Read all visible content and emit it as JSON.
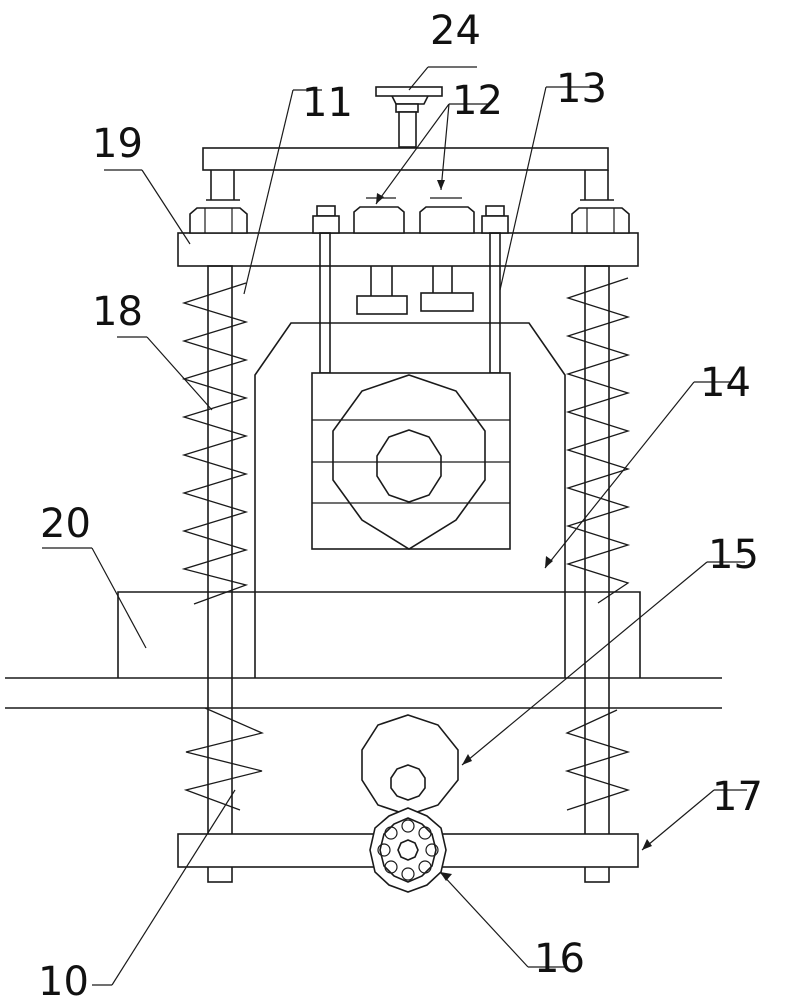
{
  "labels": {
    "l10": "10",
    "l11": "11",
    "l12": "12",
    "l13": "13",
    "l14": "14",
    "l15": "15",
    "l16": "16",
    "l17": "17",
    "l18": "18",
    "l19": "19",
    "l20": "20",
    "l24": "24"
  },
  "colors": {
    "stroke": "#1a1a1a",
    "background": "#ffffff"
  }
}
